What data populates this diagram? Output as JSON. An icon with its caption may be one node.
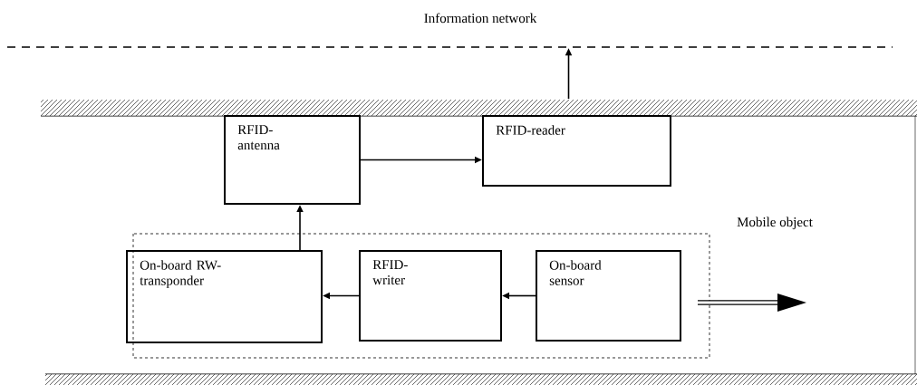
{
  "diagram": {
    "nodes": [
      {
        "text": [
          "Information network"
        ]
      },
      {
        "text": [
          "RFID-antenna"
        ]
      },
      {
        "text": [
          "RFID-reader"
        ]
      },
      {
        "text": [
          "Mobile object"
        ]
      },
      {
        "text": [
          "On-board RW-transponder"
        ],
        "in": 3
      },
      {
        "text": [
          "RFID-writer"
        ],
        "in": 3
      },
      {
        "text": [
          "On-board sensor"
        ],
        "in": 3
      }
    ],
    "edges": [
      {
        "from": 2,
        "to": 0,
        "arrow": "to"
      },
      {
        "from": 1,
        "to": 2,
        "arrow": "to"
      },
      {
        "from": 4,
        "to": 1,
        "arrow": "to"
      },
      {
        "from": 5,
        "to": 4,
        "arrow": "to"
      },
      {
        "from": 6,
        "to": 5,
        "arrow": "to"
      }
    ]
  }
}
